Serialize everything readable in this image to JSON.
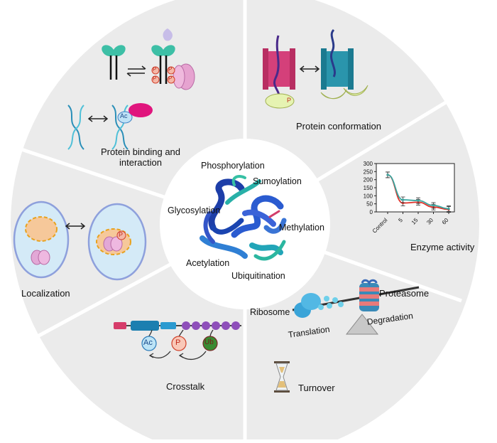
{
  "center": {
    "modifications": [
      "Phosphorylation",
      "Sumoylation",
      "Glycosylation",
      "Methylation",
      "Acetylation",
      "Ubiquitination"
    ]
  },
  "sectors": {
    "binding": {
      "label_line1": "Protein binding and",
      "label_line2": "interaction",
      "p_badge": "P",
      "ac_badge": "Ac"
    },
    "conformation": {
      "label": "Protein conformation",
      "p_badge": "P"
    },
    "enzyme": {
      "label": "Enzyme activity"
    },
    "turnover": {
      "label": "Turnover",
      "ribosome": "Ribosome",
      "proteasome": "Proteasome",
      "translation": "Translation",
      "degradation": "Degradation"
    },
    "crosstalk": {
      "label": "Crosstalk",
      "ac": "Ac",
      "p": "P",
      "ub": "Ub"
    },
    "localization": {
      "label": "Localization",
      "p_badge": "P"
    }
  },
  "colors": {
    "ring_fill": "#ebebeb",
    "divider": "#ffffff",
    "series_red": "#e0322a",
    "series_teal": "#3aa6a0",
    "cell_fill": "#d4eaf7",
    "cell_border": "#8ea0dc"
  },
  "chart_data": {
    "type": "line",
    "categories": [
      "Control",
      "5",
      "15",
      "30",
      "60"
    ],
    "y_ticks": [
      "0",
      "50",
      "100",
      "150",
      "200",
      "250",
      "300"
    ],
    "ylim": [
      0,
      300
    ],
    "series": [
      {
        "values": [
          230,
          55,
          60,
          30,
          15
        ],
        "color": "#e0322a"
      },
      {
        "values": [
          230,
          75,
          70,
          40,
          20
        ],
        "color": "#3aa6a0"
      }
    ]
  }
}
